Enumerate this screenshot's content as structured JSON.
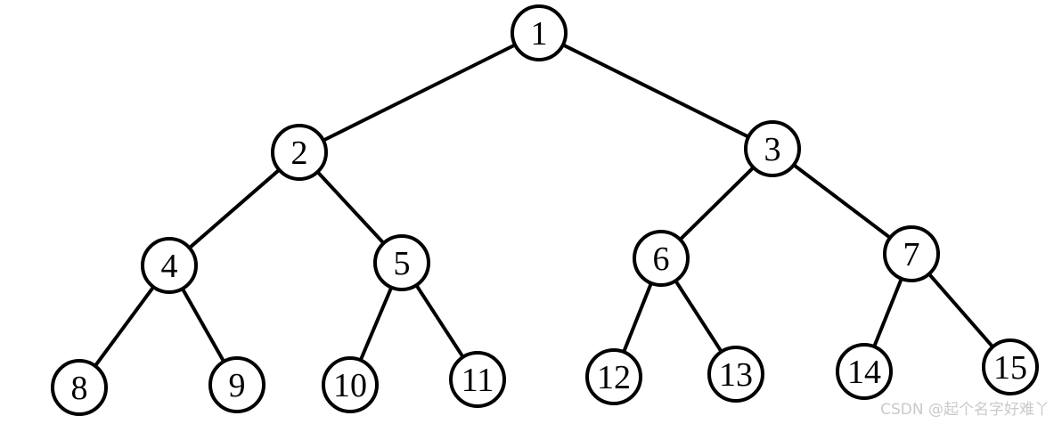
{
  "diagram": {
    "type": "binary-tree",
    "nodes": [
      {
        "id": "1",
        "label": "1"
      },
      {
        "id": "2",
        "label": "2"
      },
      {
        "id": "3",
        "label": "3"
      },
      {
        "id": "4",
        "label": "4"
      },
      {
        "id": "5",
        "label": "5"
      },
      {
        "id": "6",
        "label": "6"
      },
      {
        "id": "7",
        "label": "7"
      },
      {
        "id": "8",
        "label": "8"
      },
      {
        "id": "9",
        "label": "9"
      },
      {
        "id": "10",
        "label": "10"
      },
      {
        "id": "11",
        "label": "11"
      },
      {
        "id": "12",
        "label": "12"
      },
      {
        "id": "13",
        "label": "13"
      },
      {
        "id": "14",
        "label": "14"
      },
      {
        "id": "15",
        "label": "15"
      }
    ],
    "edges": [
      {
        "from": "1",
        "to": "2"
      },
      {
        "from": "1",
        "to": "3"
      },
      {
        "from": "2",
        "to": "4"
      },
      {
        "from": "2",
        "to": "5"
      },
      {
        "from": "3",
        "to": "6"
      },
      {
        "from": "3",
        "to": "7"
      },
      {
        "from": "4",
        "to": "8"
      },
      {
        "from": "4",
        "to": "9"
      },
      {
        "from": "5",
        "to": "10"
      },
      {
        "from": "5",
        "to": "11"
      },
      {
        "from": "6",
        "to": "12"
      },
      {
        "from": "6",
        "to": "13"
      },
      {
        "from": "7",
        "to": "14"
      },
      {
        "from": "7",
        "to": "15"
      }
    ]
  },
  "watermark": {
    "text": "CSDN @起个名字好难丫"
  }
}
